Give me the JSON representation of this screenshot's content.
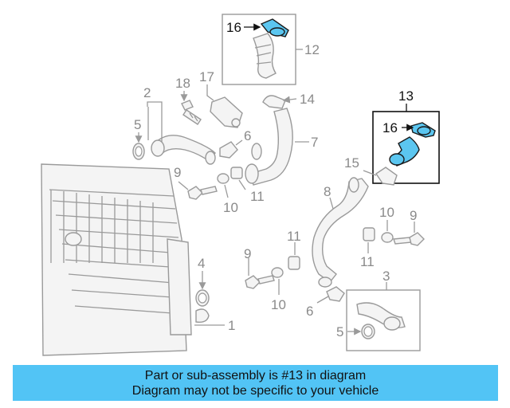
{
  "callouts": {
    "c1": "1",
    "c2": "2",
    "c3": "3",
    "c4": "4",
    "c5a": "5",
    "c5b": "5",
    "c6a": "6",
    "c6b": "6",
    "c7": "7",
    "c8": "8",
    "c9a": "9",
    "c9b": "9",
    "c9c": "9",
    "c10a": "10",
    "c10b": "10",
    "c10c": "10",
    "c11a": "11",
    "c11b": "11",
    "c11c": "11",
    "c12": "12",
    "c13": "13",
    "c14": "14",
    "c15": "15",
    "c16a": "16",
    "c16b": "16",
    "c17": "17",
    "c18": "18"
  },
  "highlight_color": "#5bc6f0",
  "info": {
    "line1": "Part or sub-assembly is #13 in diagram",
    "line2": "Diagram may not be specific to your vehicle",
    "background": "#52c4f5"
  }
}
